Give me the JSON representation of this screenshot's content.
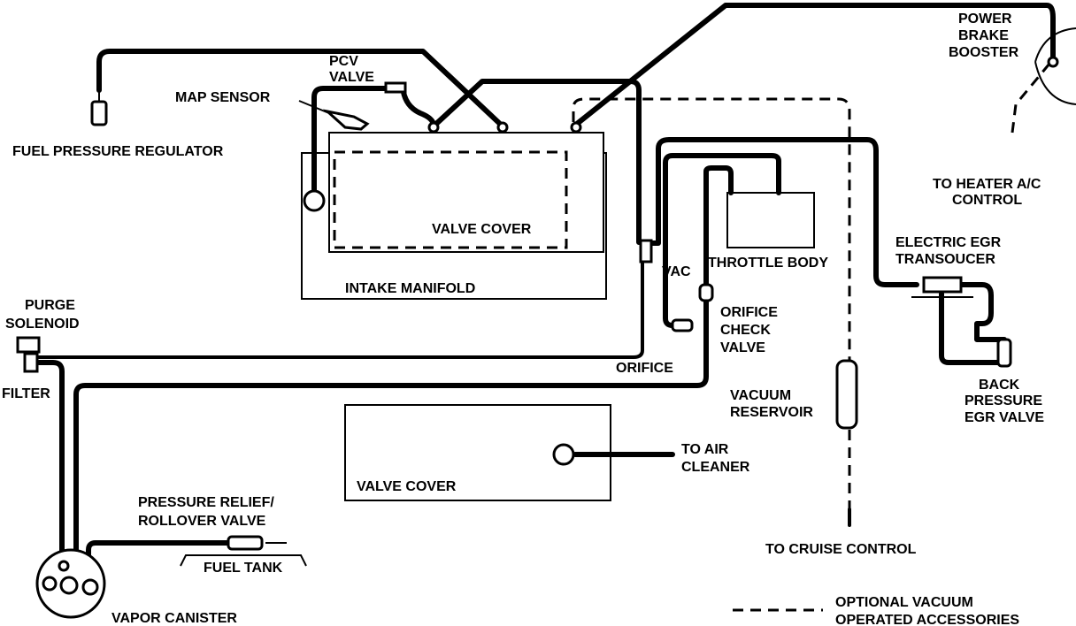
{
  "labels": {
    "fuel_pressure_regulator": "FUEL PRESSURE REGULATOR",
    "map_sensor": "MAP SENSOR",
    "pcv_valve_line1": "PCV",
    "pcv_valve_line2": "VALVE",
    "valve_cover_top": "VALVE COVER",
    "intake_manifold": "INTAKE MANIFOLD",
    "power_brake_booster_line1": "POWER",
    "power_brake_booster_line2": "BRAKE",
    "power_brake_booster_line3": "BOOSTER",
    "heater_ac_line1": "TO HEATER A/C",
    "heater_ac_line2": "CONTROL",
    "egr_transducer_line1": "ELECTRIC EGR",
    "egr_transducer_line2": "TRANSOUCER",
    "throttle_body": "THROTTLE BODY",
    "vac": "VAC",
    "orifice_check_line1": "ORIFICE",
    "orifice_check_line2": "CHECK",
    "orifice_check_line3": "VALVE",
    "orifice": "ORIFICE",
    "purge_solenoid_line1": "PURGE",
    "purge_solenoid_line2": "SOLENOID",
    "filter": "FILTER",
    "back_pressure_line1": "BACK",
    "back_pressure_line2": "PRESSURE",
    "back_pressure_line3": "EGR VALVE",
    "vacuum_reservoir_line1": "VACUUM",
    "vacuum_reservoir_line2": "RESERVOIR",
    "air_cleaner_line1": "TO AIR",
    "air_cleaner_line2": "CLEANER",
    "valve_cover_bottom": "VALVE COVER",
    "pressure_relief_line1": "PRESSURE RELIEF/",
    "pressure_relief_line2": "ROLLOVER VALVE",
    "fuel_tank": "FUEL TANK",
    "cruise_control": "TO CRUISE CONTROL",
    "vapor_canister": "VAPOR CANISTER",
    "legend_line1": "OPTIONAL VACUUM",
    "legend_line2": "OPERATED ACCESSORIES"
  }
}
